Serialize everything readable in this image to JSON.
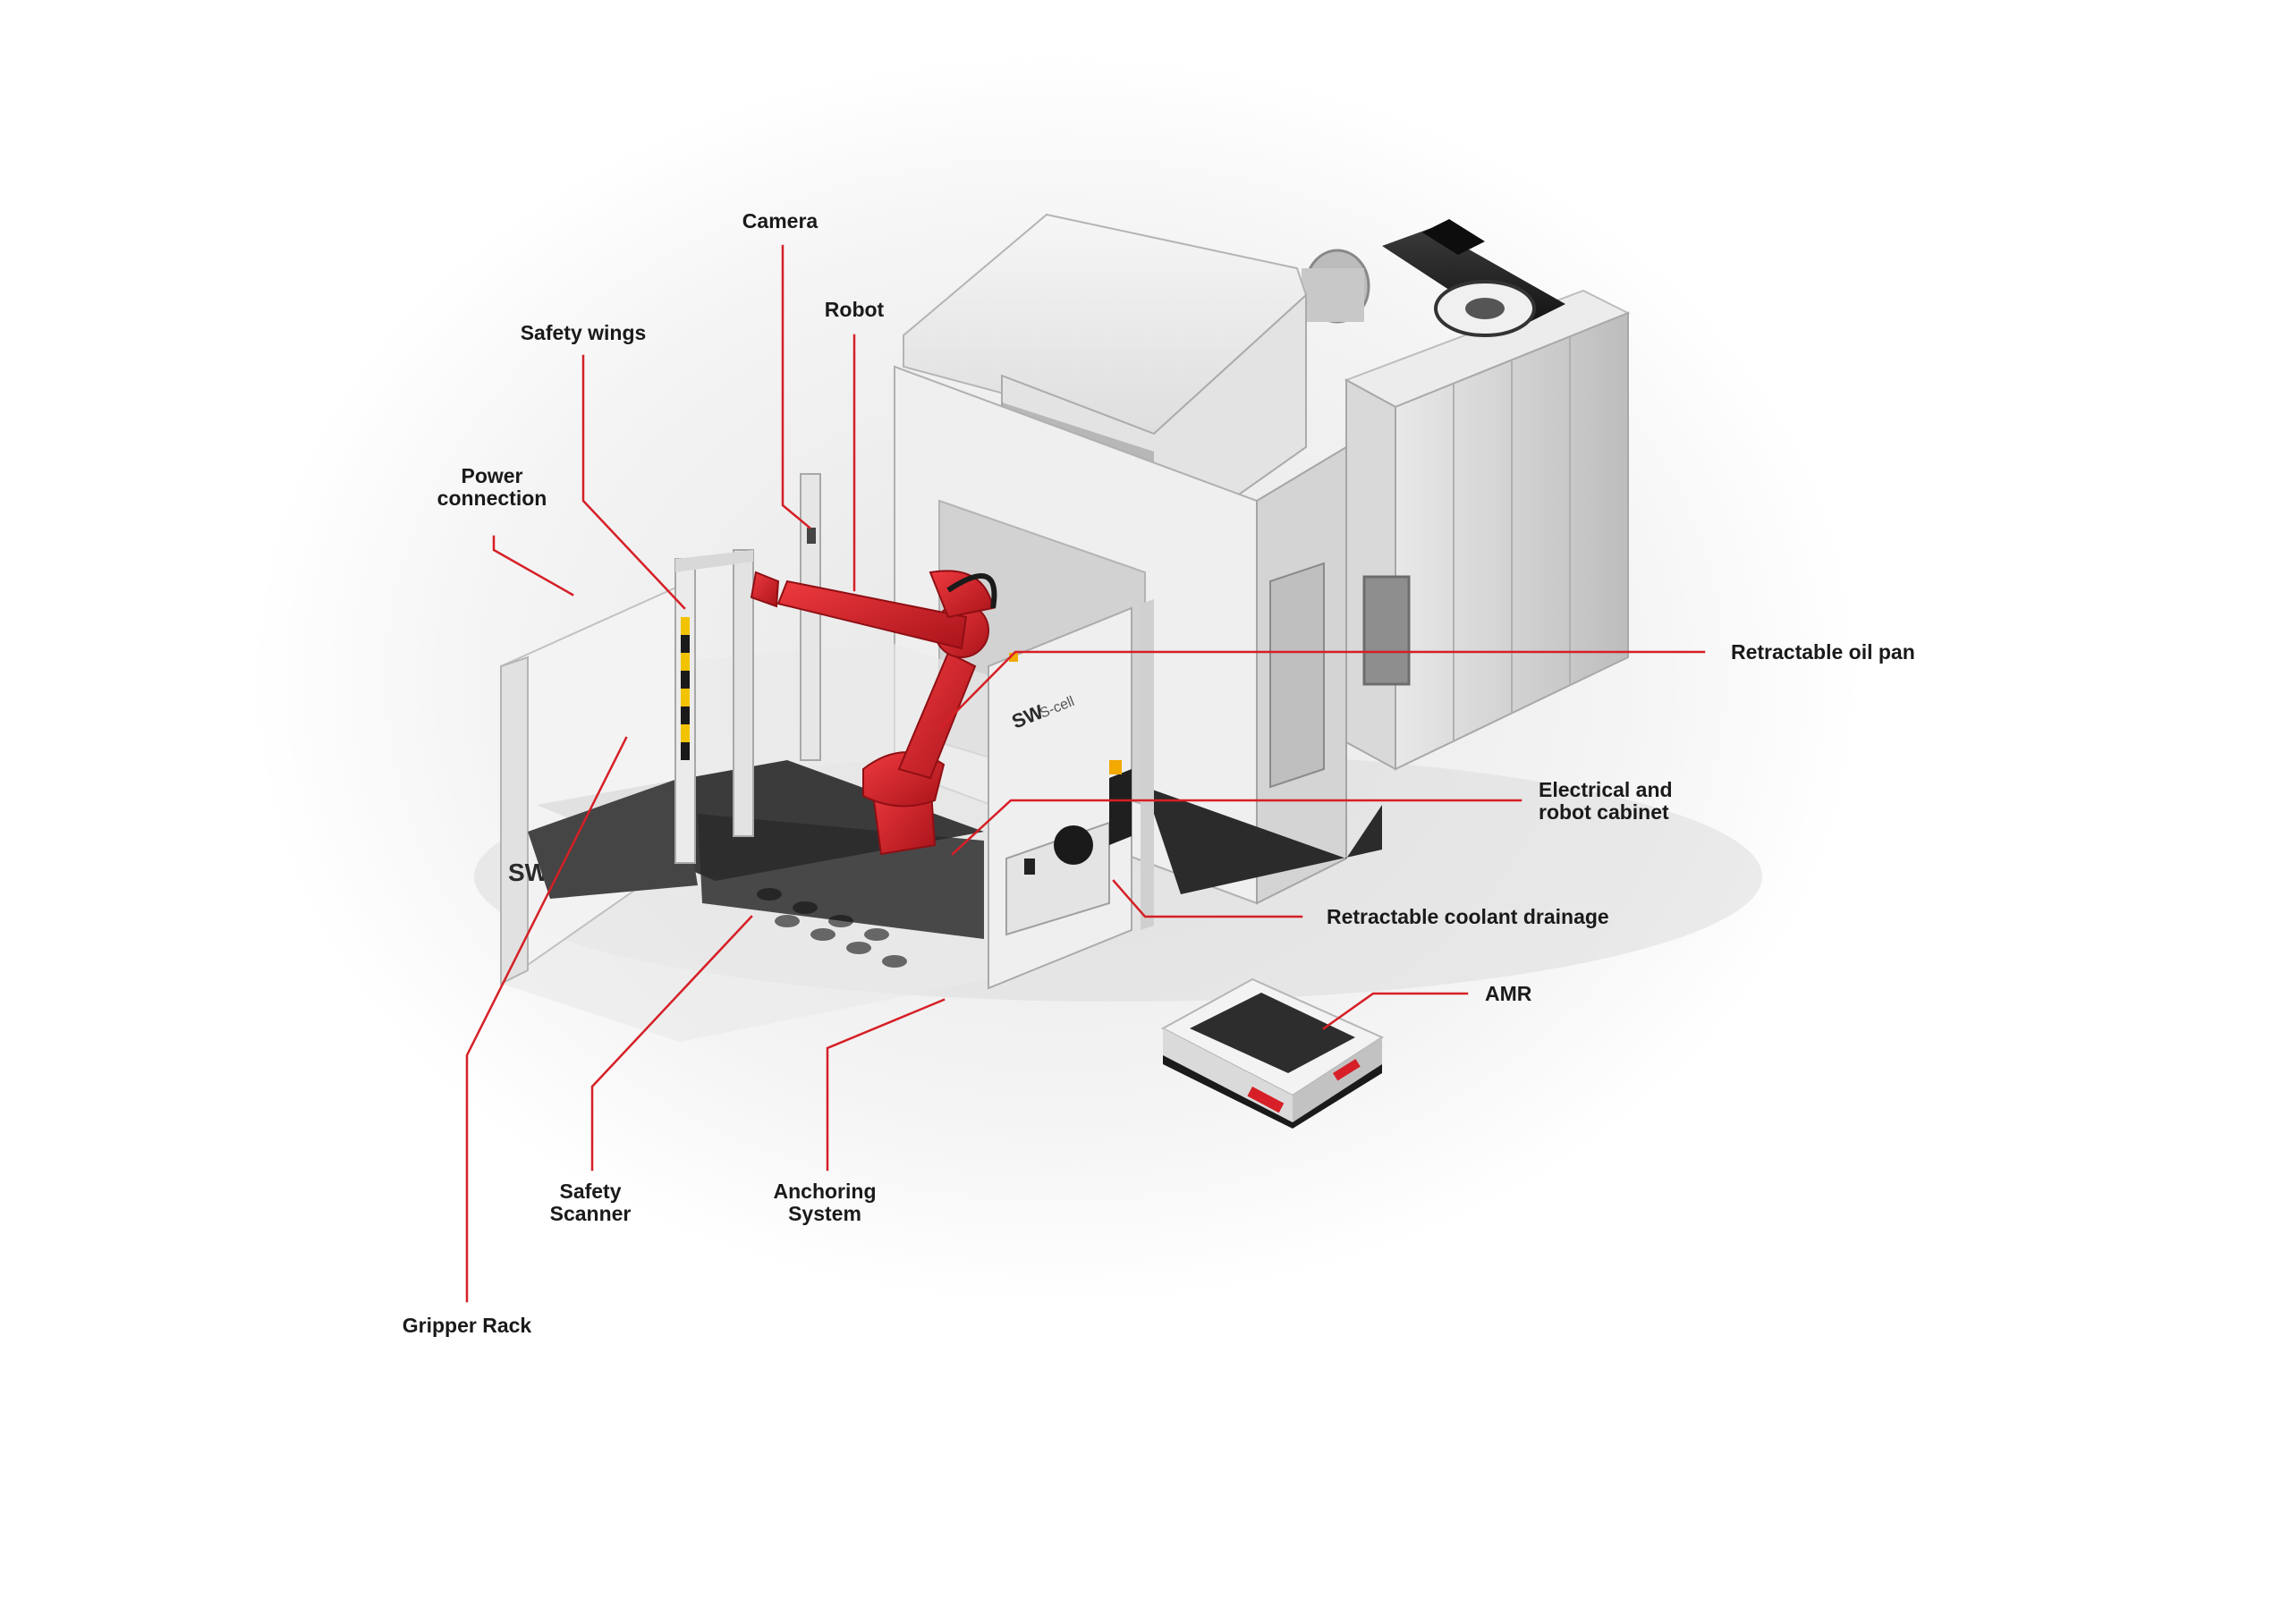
{
  "colors": {
    "accent": "#d61f26",
    "text": "#1a1a1a",
    "machine_light": "#f2f2f2",
    "machine_mid": "#cfcfcf",
    "machine_dark": "#2a2a2a"
  },
  "brand": {
    "logo_text": "SW",
    "cell_badge": "S-cell"
  },
  "labels": {
    "camera": "Camera",
    "robot": "Robot",
    "safety_wings": "Safety wings",
    "power_connection": [
      "Power",
      "connection"
    ],
    "retractable_oil_pan": "Retractable oil pan",
    "electrical_cabinet": [
      "Electrical and",
      "robot cabinet"
    ],
    "coolant_drainage": "Retractable coolant drainage",
    "amr": "AMR",
    "safety_scanner": [
      "Safety",
      "Scanner"
    ],
    "anchoring_system": [
      "Anchoring",
      "System"
    ],
    "gripper_rack": "Gripper Rack"
  },
  "icons": {
    "machine": "machining-cell-illustration",
    "amr": "autonomous-mobile-robot-illustration"
  }
}
